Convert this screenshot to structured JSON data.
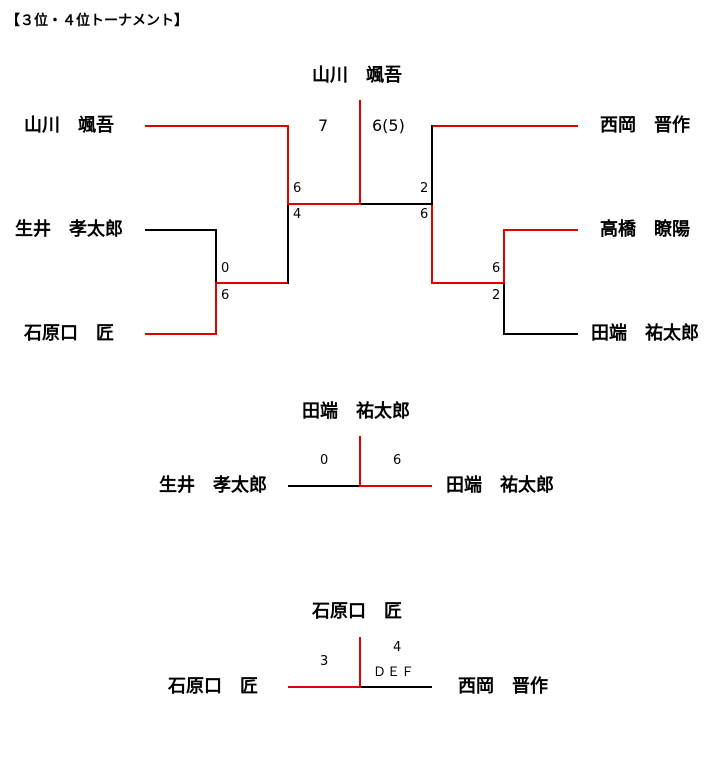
{
  "title": "【３位・４位トーナメント】",
  "colors": {
    "win": "#e00000",
    "loss": "#000000"
  },
  "main": {
    "winner": "山川　颯吾",
    "final": {
      "left": "7",
      "right": "6(5)"
    },
    "left_players": [
      "山川　颯吾",
      "生井　孝太郎",
      "石原口　匠"
    ],
    "right_players": [
      "西岡　晋作",
      "高橋　瞭陽",
      "田端　祐太郎"
    ],
    "sf_left": {
      "top": "6",
      "bottom": "4"
    },
    "qf_left": {
      "top": "0",
      "bottom": "6"
    },
    "sf_right": {
      "top": "2",
      "bottom": "6"
    },
    "qf_right": {
      "top": "6",
      "bottom": "2"
    }
  },
  "match2": {
    "winner": "田端　祐太郎",
    "left": "生井　孝太郎",
    "right": "田端　祐太郎",
    "left_score": "0",
    "right_score": "6"
  },
  "match3": {
    "winner": "石原口　匠",
    "left": "石原口　匠",
    "right": "西岡　晋作",
    "left_score": "3",
    "right_score": "4",
    "right_note": "ＤＥＦ"
  }
}
